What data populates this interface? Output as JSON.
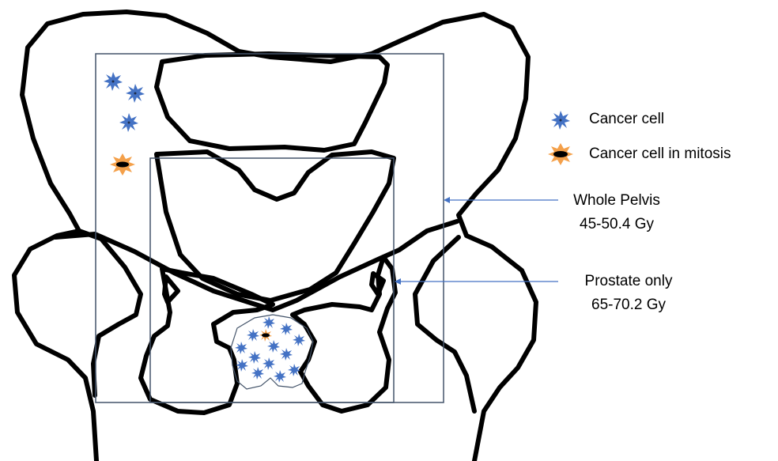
{
  "legend": {
    "cancer_cell": "Cancer cell",
    "cancer_cell_mitosis": "Cancer cell in mitosis"
  },
  "fields": {
    "whole_pelvis": {
      "name": "Whole Pelvis",
      "dose": "45-50.4 Gy"
    },
    "prostate_only": {
      "name": "Prostate only",
      "dose": "65-70.2 Gy"
    }
  },
  "colors": {
    "cancer_cell": "#4472c4",
    "mitosis_cell": "#f4a04a",
    "field_outline": "#44546a",
    "bone_outline": "#000000"
  },
  "icons": {
    "cancer_cell": "blue-star-cell-icon",
    "mitosis_cell": "orange-star-cell-icon"
  }
}
